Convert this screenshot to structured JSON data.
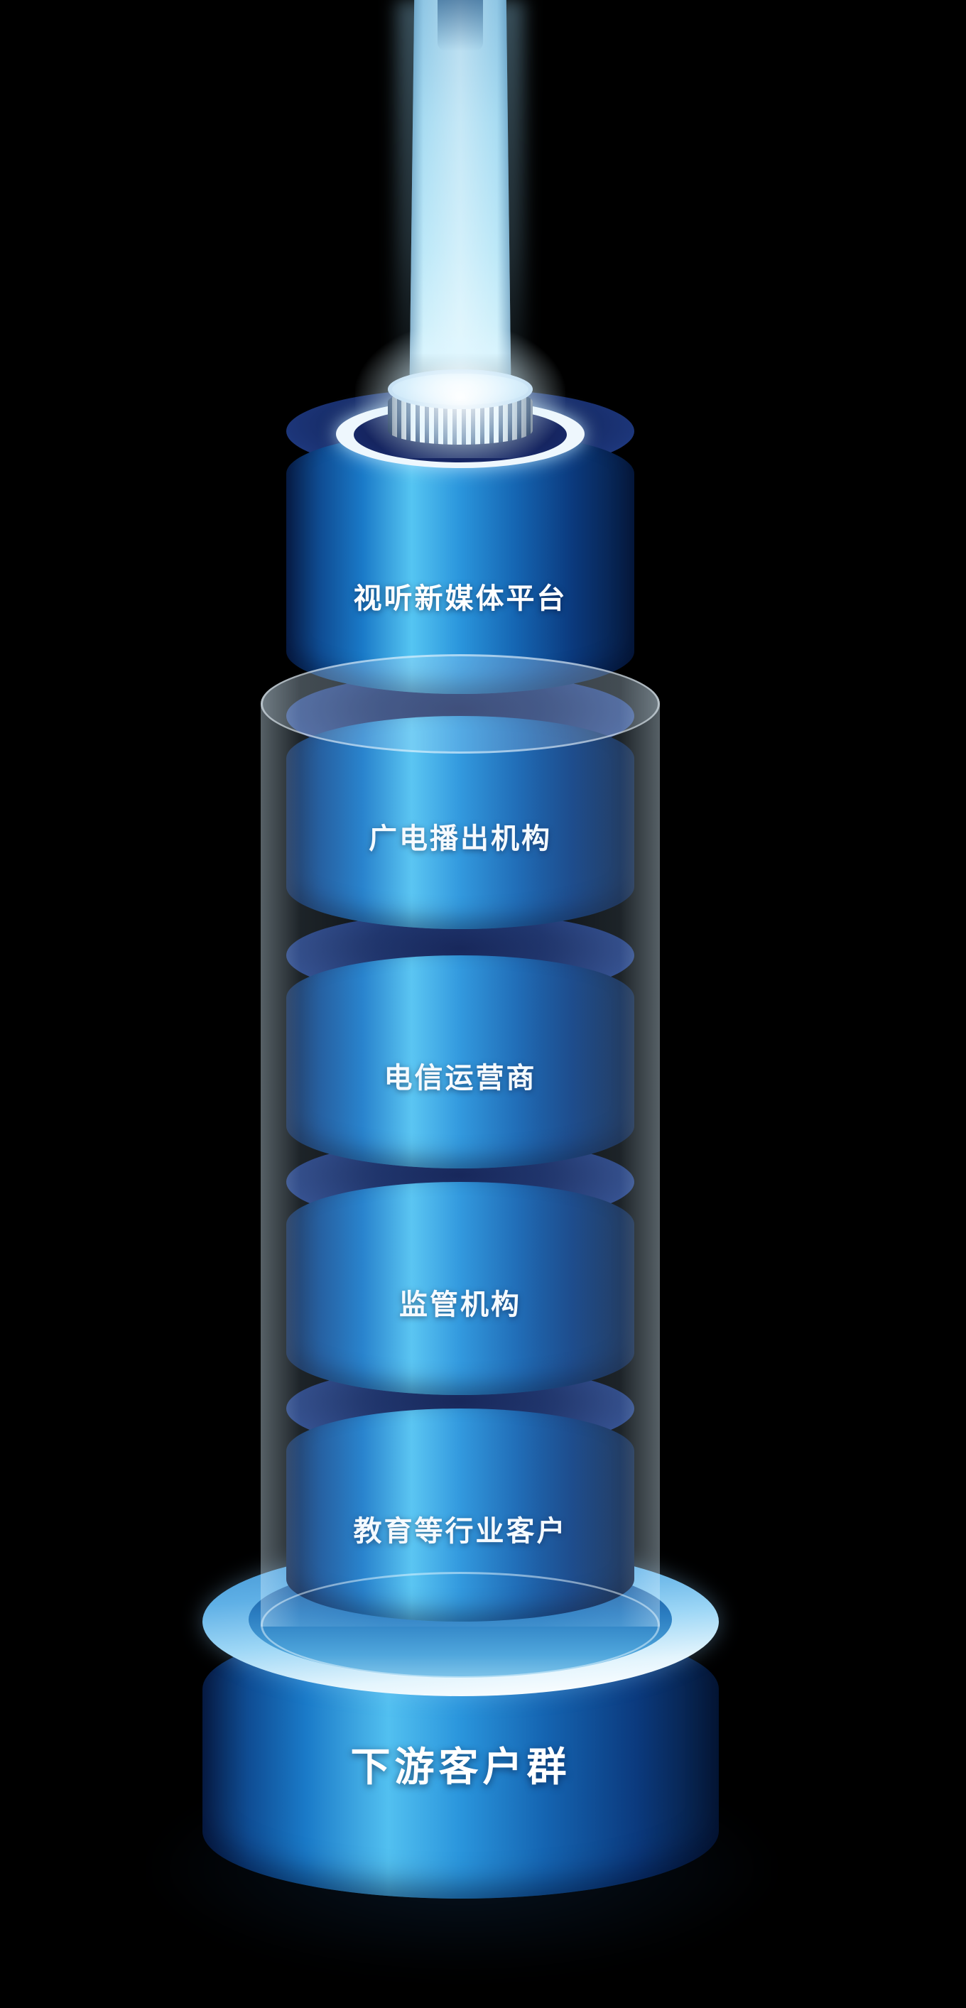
{
  "background": "#000000",
  "tower": {
    "beam": {
      "name": "light-beam"
    },
    "cap": {
      "name": "ribbed-connector"
    },
    "segments": [
      {
        "label": "视听新媒体平台"
      },
      {
        "label": "广电播出机构"
      },
      {
        "label": "电信运营商"
      },
      {
        "label": "监管机构"
      },
      {
        "label": "教育等行业客户"
      }
    ],
    "base": {
      "label": "下游客户群"
    },
    "colors": {
      "body_highlight": "#55c5f2",
      "body_dark": "#081f4a",
      "top_face": "#13265f",
      "base_top_light": "#e4f5fd",
      "beam": "#a8dcf2",
      "tube": "rgba(180,220,250,0.16)"
    }
  }
}
